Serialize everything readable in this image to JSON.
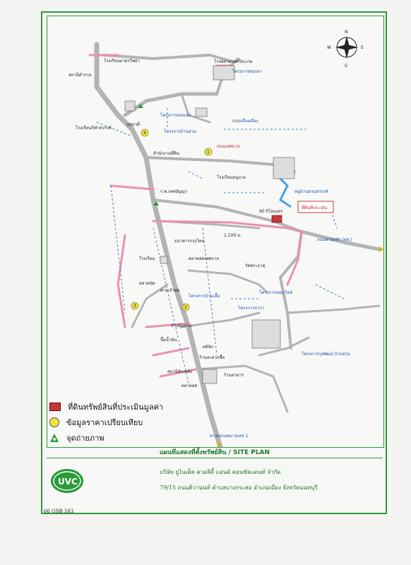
{
  "map": {
    "compass": {
      "n": "N",
      "s": "S",
      "e": "E",
      "w": "W"
    },
    "places": {
      "hospital": "โรงพยาบาลศรีสะเกษ",
      "school_top": "โรงเรียนมาตรวิทยา",
      "station_top": "สถานีตำรวจ",
      "hotel": "ปทุมวดี",
      "uni_left": "โรงเรียนกีฬาสวรรค์",
      "school_mid": "โรงเรียนอนุบาล",
      "office": "สำนักงานที่ดิน",
      "police": "ร.พ.เทพปัญญา",
      "market": "ตลาดสดเทศบาล",
      "bank": "ธนาคารกรุงไทย",
      "temple": "วัดพระธาตุ",
      "chapel": "ศาลเจ้าพ่อ",
      "dist1": "1,100 ม.",
      "km_sign": "90 กิโลเมตร",
      "project_top": "โครงการทองเลย",
      "project_mid": "โครงการบ้านสวน",
      "project_r": "โครงการพฤกษา",
      "project_r2": "โครงการเดอะวิลล์",
      "project_r3": "โครงการธารา",
      "project_l": "โครงการบ้านเอื้อ",
      "project_b": "โครงการกุลพัฒน์ บ้านสวน",
      "highway_r": "ถนนสายหลัก (ทล.)",
      "highway_b": "ทางหลวงหมายเลข 1",
      "road_top": "ถนนเลี่ยงเมือง",
      "road_mid": "ถนนเทศบาล",
      "village": "หมู่บ้านสวนสวรรค์",
      "subject_label": "ที่ดินที่ประเมิน",
      "shop1": "ห้างหุ้นส่วน",
      "shop2": "ร้านสะดวกซื้อ",
      "clinic": "คลินิก",
      "gas": "ปั๊มน้ำมัน",
      "fire": "สถานีดับเพลิง",
      "market2": "ตลาดสด",
      "cafe": "ร้านอาหาร",
      "school_b": "โรงเรียน",
      "station_b": "ตลาดนัด"
    },
    "comparables": [
      "1",
      "2",
      "3",
      "4"
    ]
  },
  "legend": {
    "subject": "ที่ดินทรัพย์สินที่ประเมินมูลค่า",
    "comparable": "ข้อมูลราคาเปรียบเทียบ",
    "photo": "จุดถ่ายภาพ"
  },
  "title": "แผนที่แสดงที่ตั้งทรัพย์สิน / SITE PLAN",
  "company": {
    "name": "บริษัท ยูไนเต็ด ควอลิตี้ แอนด์ คอนซัลแตนท์ จำกัด",
    "address": "79/15 ถนนติวานนท์ ตำบลบางกระสอ อำเภอเมือง จังหวัดนนทบุรี",
    "logo": "UVC"
  },
  "footnote": "66 GSB 163"
}
